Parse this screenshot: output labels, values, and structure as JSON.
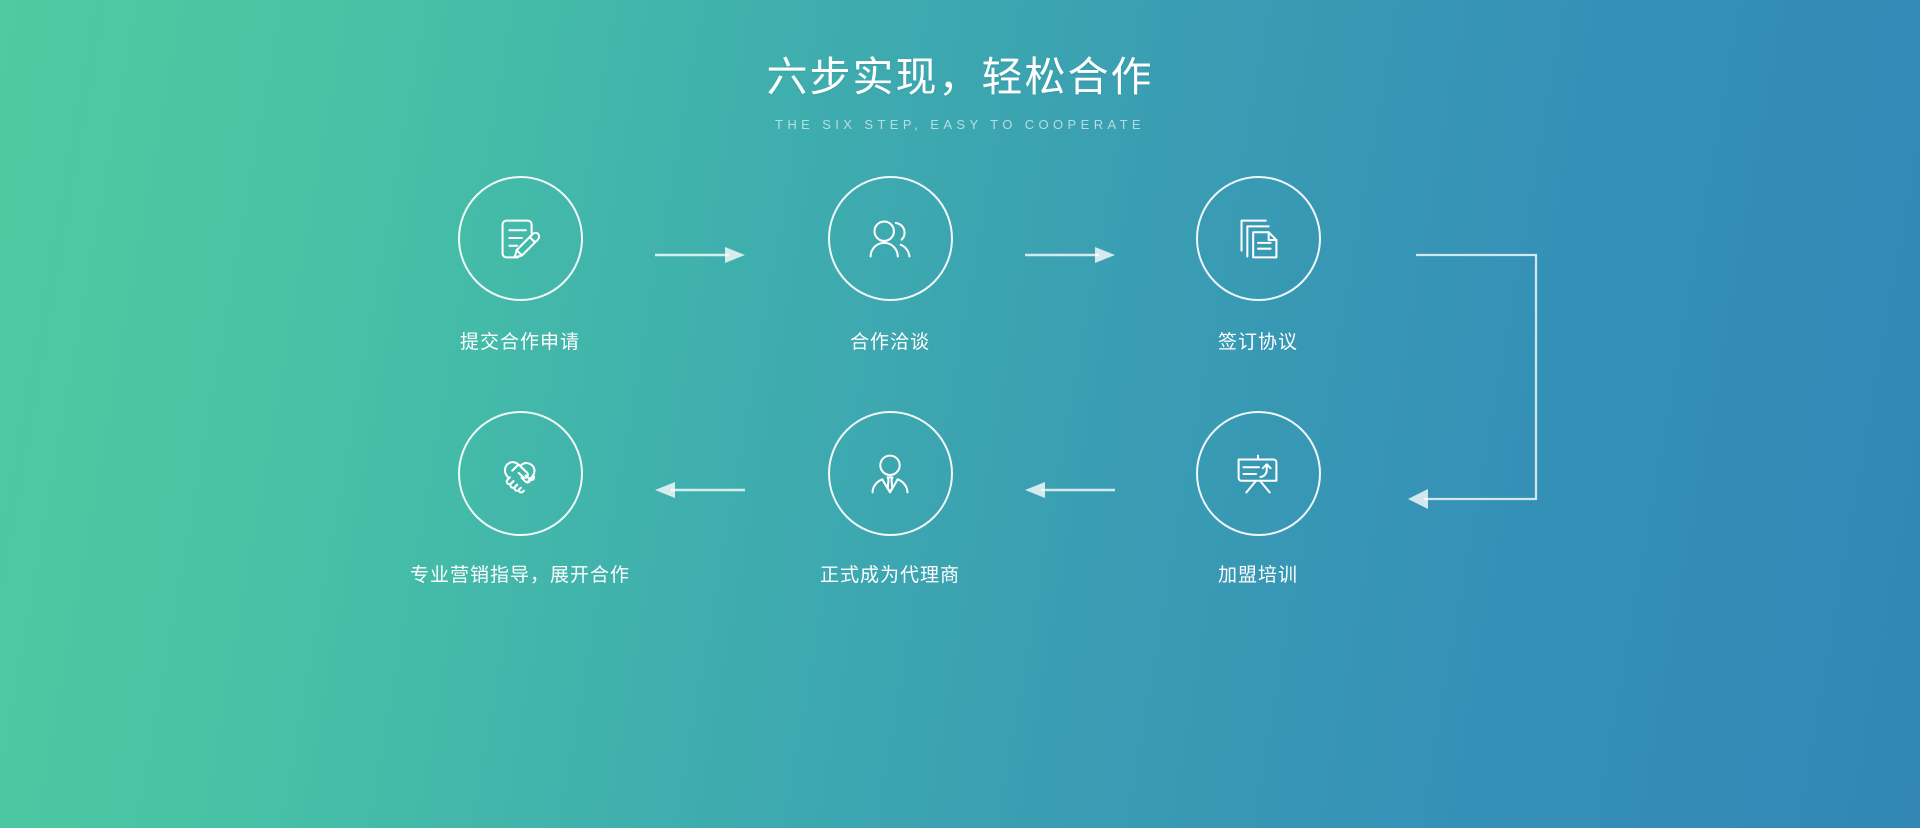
{
  "header": {
    "title": "六步实现，轻松合作",
    "subtitle": "THE SIX STEP, EASY TO COOPERATE"
  },
  "colors": {
    "gradient_start": "#4ECBA0",
    "gradient_end": "#3287B5",
    "stroke": "#FFFFFF",
    "arrow": "#C9E6EC"
  },
  "steps": [
    {
      "index": "1",
      "label": "提交合作申请",
      "icon": "document-pencil-icon"
    },
    {
      "index": "2",
      "label": "合作洽谈",
      "icon": "two-people-icon"
    },
    {
      "index": "3",
      "label": "签订协议",
      "icon": "stacked-documents-icon"
    },
    {
      "index": "4",
      "label": "加盟培训",
      "icon": "presentation-board-icon"
    },
    {
      "index": "5",
      "label": "正式成为代理商",
      "icon": "businessman-icon"
    },
    {
      "index": "6",
      "label": "专业营销指导，展开合作",
      "icon": "handshake-heart-icon"
    }
  ],
  "connectors": [
    {
      "name": "arrow-step1-to-step2",
      "direction": "right"
    },
    {
      "name": "arrow-step2-to-step3",
      "direction": "right"
    },
    {
      "name": "arrow-step3-to-step4",
      "direction": "wrap-down-left"
    },
    {
      "name": "arrow-step4-to-step5",
      "direction": "left"
    },
    {
      "name": "arrow-step5-to-step6",
      "direction": "left"
    }
  ]
}
